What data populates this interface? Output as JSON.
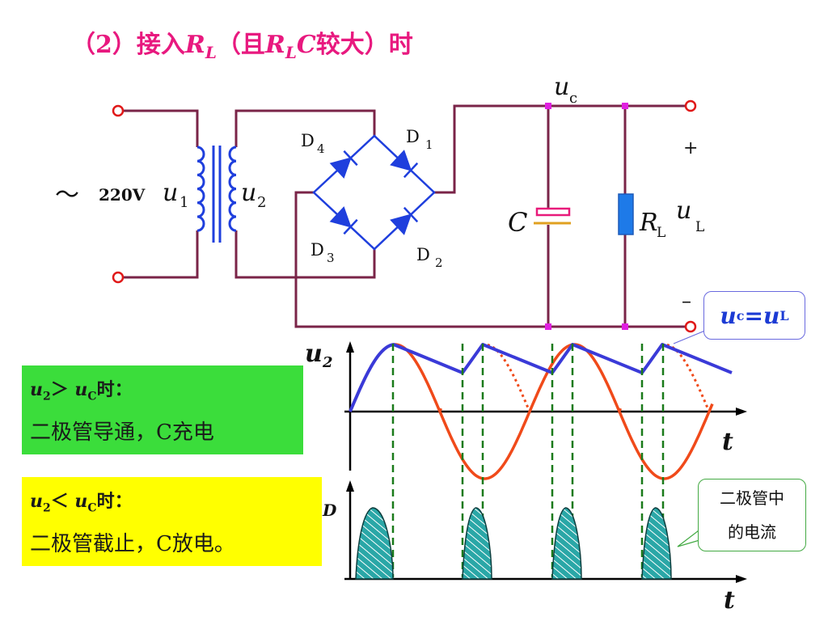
{
  "title": {
    "prefix": "（2）接入",
    "rl_main": "R",
    "rl_sub": "L",
    "mid": "（且",
    "rlc_main": "R",
    "rlc_sub": "L",
    "rlc_c": "C",
    "suffix": "较大）时"
  },
  "source": {
    "symbol": "～",
    "voltage": "220V",
    "u1_main": "u",
    "u1_sub": "1",
    "u2_main": "u",
    "u2_sub": "2"
  },
  "diodes": {
    "d1_main": "D",
    "d1_sub": "1",
    "d2_main": "D",
    "d2_sub": "2",
    "d3_main": "D",
    "d3_sub": "3",
    "d4_main": "D",
    "d4_sub": "4"
  },
  "labels": {
    "uc_main": "u",
    "uc_sub": "c",
    "c": "C",
    "rl_main": "R",
    "rl_sub": "L",
    "ul_main": "u",
    "ul_sub": "L",
    "plus": "+",
    "minus": "–"
  },
  "callout_uc": {
    "a": "u",
    "a_sub": "c",
    "eq": "= ",
    "b": "u",
    "b_sub": "L"
  },
  "plot": {
    "u2_main": "u",
    "u2_sub": "2",
    "t1": "t",
    "t2": "t",
    "id_label": "D"
  },
  "green_box": {
    "u2": "u",
    "u2_sub": "2",
    "op": "＞ ",
    "uc": "u",
    "uc_sub": "C",
    "tail": "时：",
    "line2": "二极管导通，C充电"
  },
  "yellow_box": {
    "u2": "u",
    "u2_sub": "2",
    "op": "＜ ",
    "uc": "u",
    "uc_sub": "C",
    "tail": "时：",
    "line2": "二极管截止，C放电。"
  },
  "callout_d": {
    "line1": "二极管中",
    "line2": "的电流"
  },
  "colors": {
    "wire": "#7a2448",
    "diode": "#1f3fdd",
    "title": "#e8197f",
    "uc_wave": "#3a3ad8",
    "u2_wave": "#f04a1a",
    "dash": "#1a7a1a",
    "pulse": "#2aa7a7"
  }
}
